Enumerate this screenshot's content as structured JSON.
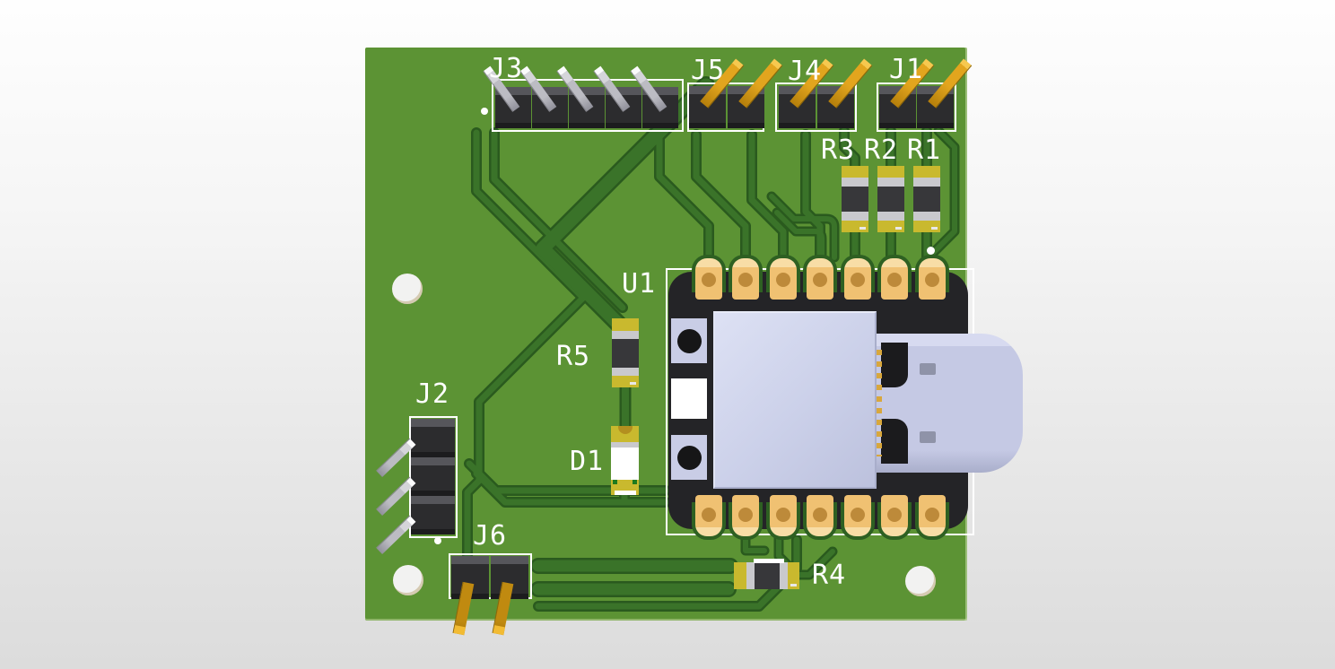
{
  "viewer": {
    "description": "3D rendered view of a green printed circuit board"
  },
  "colors": {
    "board": "#5c9334",
    "trace": "#3a7329",
    "trace_outline": "#2a5a1e",
    "silkscreen": "#ffffff",
    "module_pad_gold": "#f0c172",
    "resistor_pad_gold": "#c9b92e",
    "header_pin_gold": "#e2a51e",
    "header_pin_silver": "#c9c9cd",
    "module_shield": "#cbd0e9",
    "background_top": "#fefefe",
    "background_bottom": "#dcdcdc"
  },
  "refs": {
    "J1": "J1",
    "J2": "J2",
    "J3": "J3",
    "J4": "J4",
    "J5": "J5",
    "J6": "J6",
    "R1": "R1",
    "R2": "R2",
    "R3": "R3",
    "R4": "R4",
    "R5": "R5",
    "D1": "D1",
    "U1": "U1"
  }
}
